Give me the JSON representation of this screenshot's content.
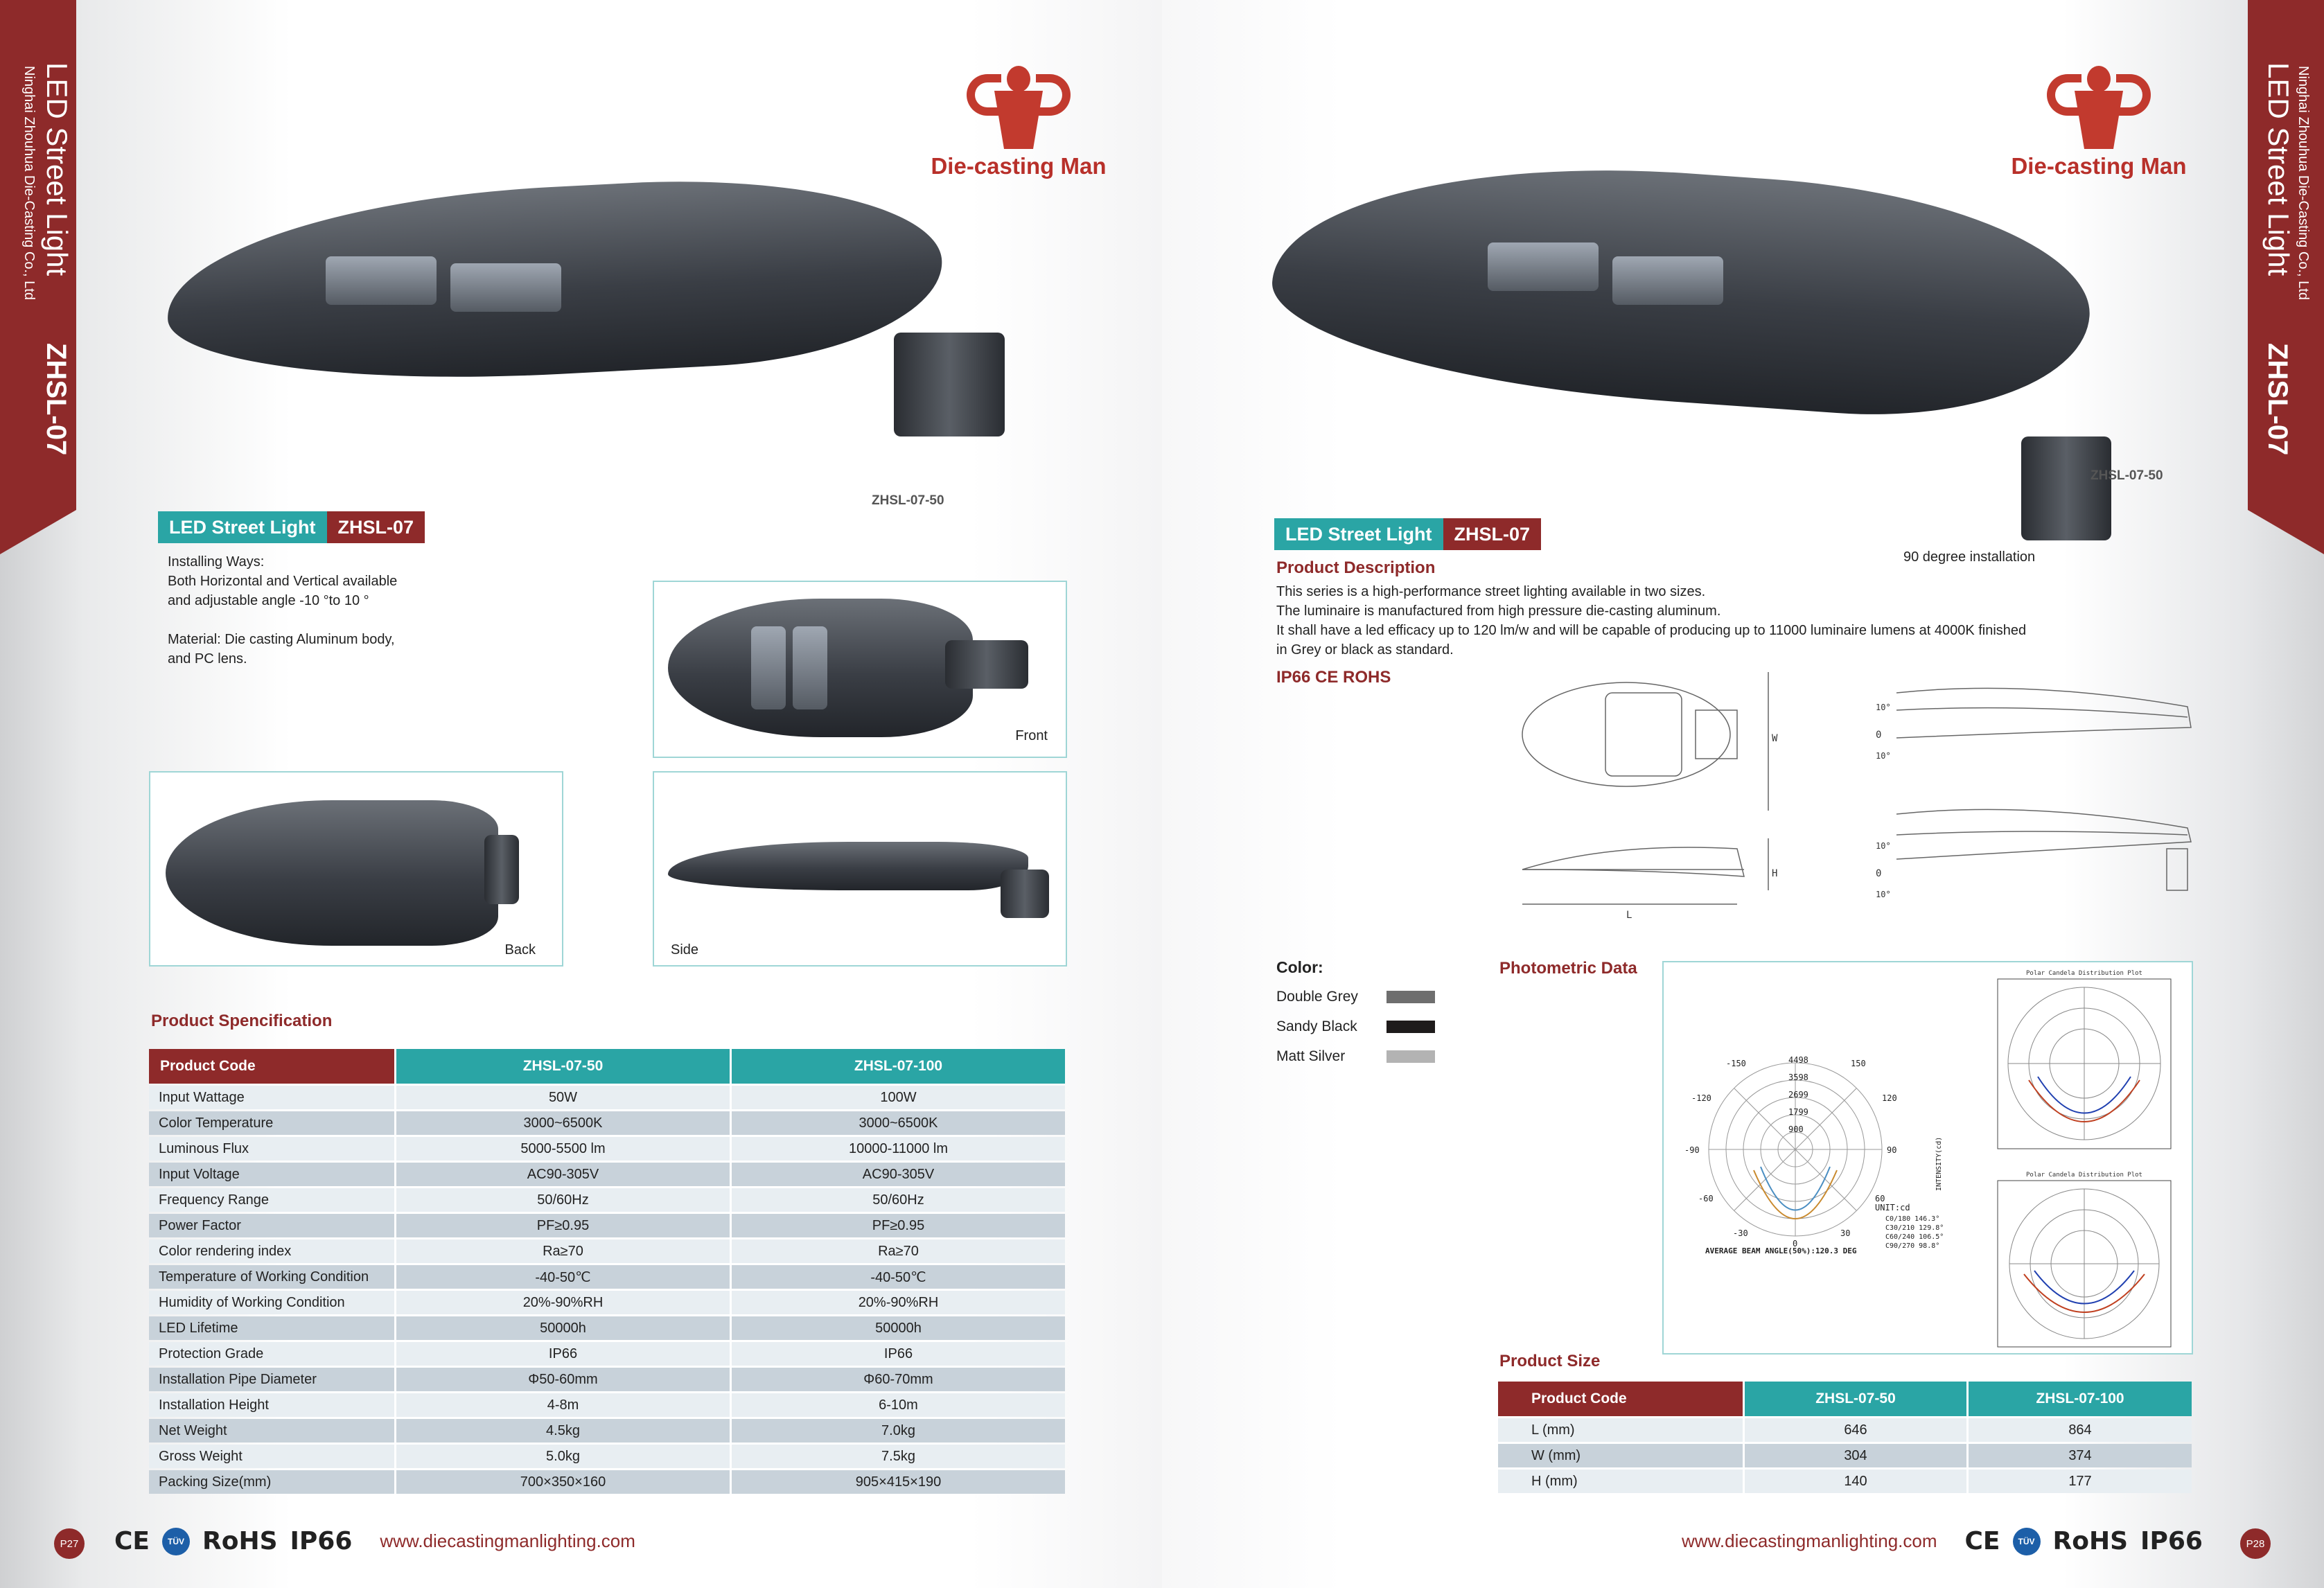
{
  "brand": {
    "logo_text": "Die-casting Man",
    "banner_title": "LED Street Light",
    "banner_company": "Ninghai Zhouhua Die-Casting Co., Ltd",
    "banner_model": "ZHSL-07"
  },
  "left": {
    "image_caption": "ZHSL-07-50",
    "tag_name": "LED Street Light",
    "tag_model": "ZHSL-07",
    "installing_text": "Installing Ways:\nBoth Horizontal and Vertical available\nand adjustable angle -10 °to  10 °\n\nMaterial: Die casting Aluminum body,\nand PC lens.",
    "views": {
      "front": "Front",
      "back": "Back",
      "side": "Side"
    },
    "spec_title": "Product  Spencification",
    "spec_table": {
      "headers": [
        "Product  Code",
        "ZHSL-07-50",
        "ZHSL-07-100"
      ],
      "rows": [
        [
          "Input Wattage",
          "50W",
          "100W"
        ],
        [
          "Color Temperature",
          "3000~6500K",
          "3000~6500K"
        ],
        [
          "Luminous Flux",
          "5000-5500 lm",
          "10000-11000 lm"
        ],
        [
          "Input Voltage",
          "AC90-305V",
          "AC90-305V"
        ],
        [
          "Frequency Range",
          "50/60Hz",
          "50/60Hz"
        ],
        [
          "Power Factor",
          "PF≥0.95",
          "PF≥0.95"
        ],
        [
          "Color rendering index",
          "Ra≥70",
          "Ra≥70"
        ],
        [
          "Temperature of Working Condition",
          "-40-50℃",
          "-40-50℃"
        ],
        [
          "Humidity of Working Condition",
          "20%-90%RH",
          "20%-90%RH"
        ],
        [
          "LED Lifetime",
          "50000h",
          "50000h"
        ],
        [
          "Protection Grade",
          "IP66",
          "IP66"
        ],
        [
          "Installation Pipe Diameter",
          "Φ50-60mm",
          "Φ60-70mm"
        ],
        [
          "Installation Height",
          "4-8m",
          "6-10m"
        ],
        [
          "Net Weight",
          "4.5kg",
          "7.0kg"
        ],
        [
          "Gross Weight",
          "5.0kg",
          "7.5kg"
        ],
        [
          "Packing Size(mm)",
          "700×350×160",
          "905×415×190"
        ]
      ]
    },
    "page_number": "P27"
  },
  "right": {
    "image_caption": "ZHSL-07-50",
    "install_caption": "90 degree installation",
    "tag_name": "LED Street Light",
    "tag_model": "ZHSL-07",
    "desc_title": "Product Description",
    "desc_text": "This series is a high-performance street lighting available in two sizes.\nThe luminaire is manufactured from high pressure die-casting aluminum.\nIt shall have a led efficacy up to 120 lm/w and will be capable of producing up to 11000 luminaire lumens at 4000K finished\nin Grey or black as standard.",
    "cert_line": "IP66  CE  ROHS",
    "drawing_labels": {
      "w": "W",
      "h": "H",
      "l": "L",
      "angle_up": "10°",
      "angle_zero": "0",
      "angle_down": "10°"
    },
    "color_title": "Color:",
    "colors": [
      {
        "name": "Double Grey",
        "hex": "#6e6e6e"
      },
      {
        "name": "Sandy Black",
        "hex": "#1e1b1b"
      },
      {
        "name": "Matt Silver",
        "hex": "#b3b3b3"
      }
    ],
    "photometric_title": "Photometric Data",
    "polar": {
      "rings": [
        "4498",
        "3598",
        "2699",
        "1799",
        "900"
      ],
      "angles": [
        "-150",
        "150",
        "-120",
        "120",
        "-90",
        "90",
        "-60",
        "60",
        "-30",
        "30",
        "0"
      ],
      "unit": "UNIT:cd",
      "legend": [
        "C0/180 146.3°",
        "C30/210 129.8°",
        "C60/240 106.5°",
        "C90/270 98.8°"
      ],
      "beam_angle": "AVERAGE BEAM ANGLE(50%):120.3 DEG",
      "axis_label": "INTENSITY(cd)",
      "chart_title_1": "Polar Candela Distribution Plot",
      "chart_title_2": "Polar Candela Distribution Plot"
    },
    "size_title": "Product  Size",
    "size_table": {
      "headers": [
        "Product  Code",
        "ZHSL-07-50",
        "ZHSL-07-100"
      ],
      "rows": [
        [
          "L (mm)",
          "646",
          "864"
        ],
        [
          "W (mm)",
          "304",
          "374"
        ],
        [
          "H (mm)",
          "140",
          "177"
        ]
      ]
    },
    "page_number": "P28"
  },
  "footer": {
    "ce": "CE",
    "tuv": "TÜV",
    "rohs": "RoHS",
    "ip": "IP66",
    "url": "www.diecastingmanlighting.com"
  },
  "colors": {
    "brand_red": "#8e2a2a",
    "teal": "#2aa5a5",
    "logo_red": "#c23a2e"
  }
}
